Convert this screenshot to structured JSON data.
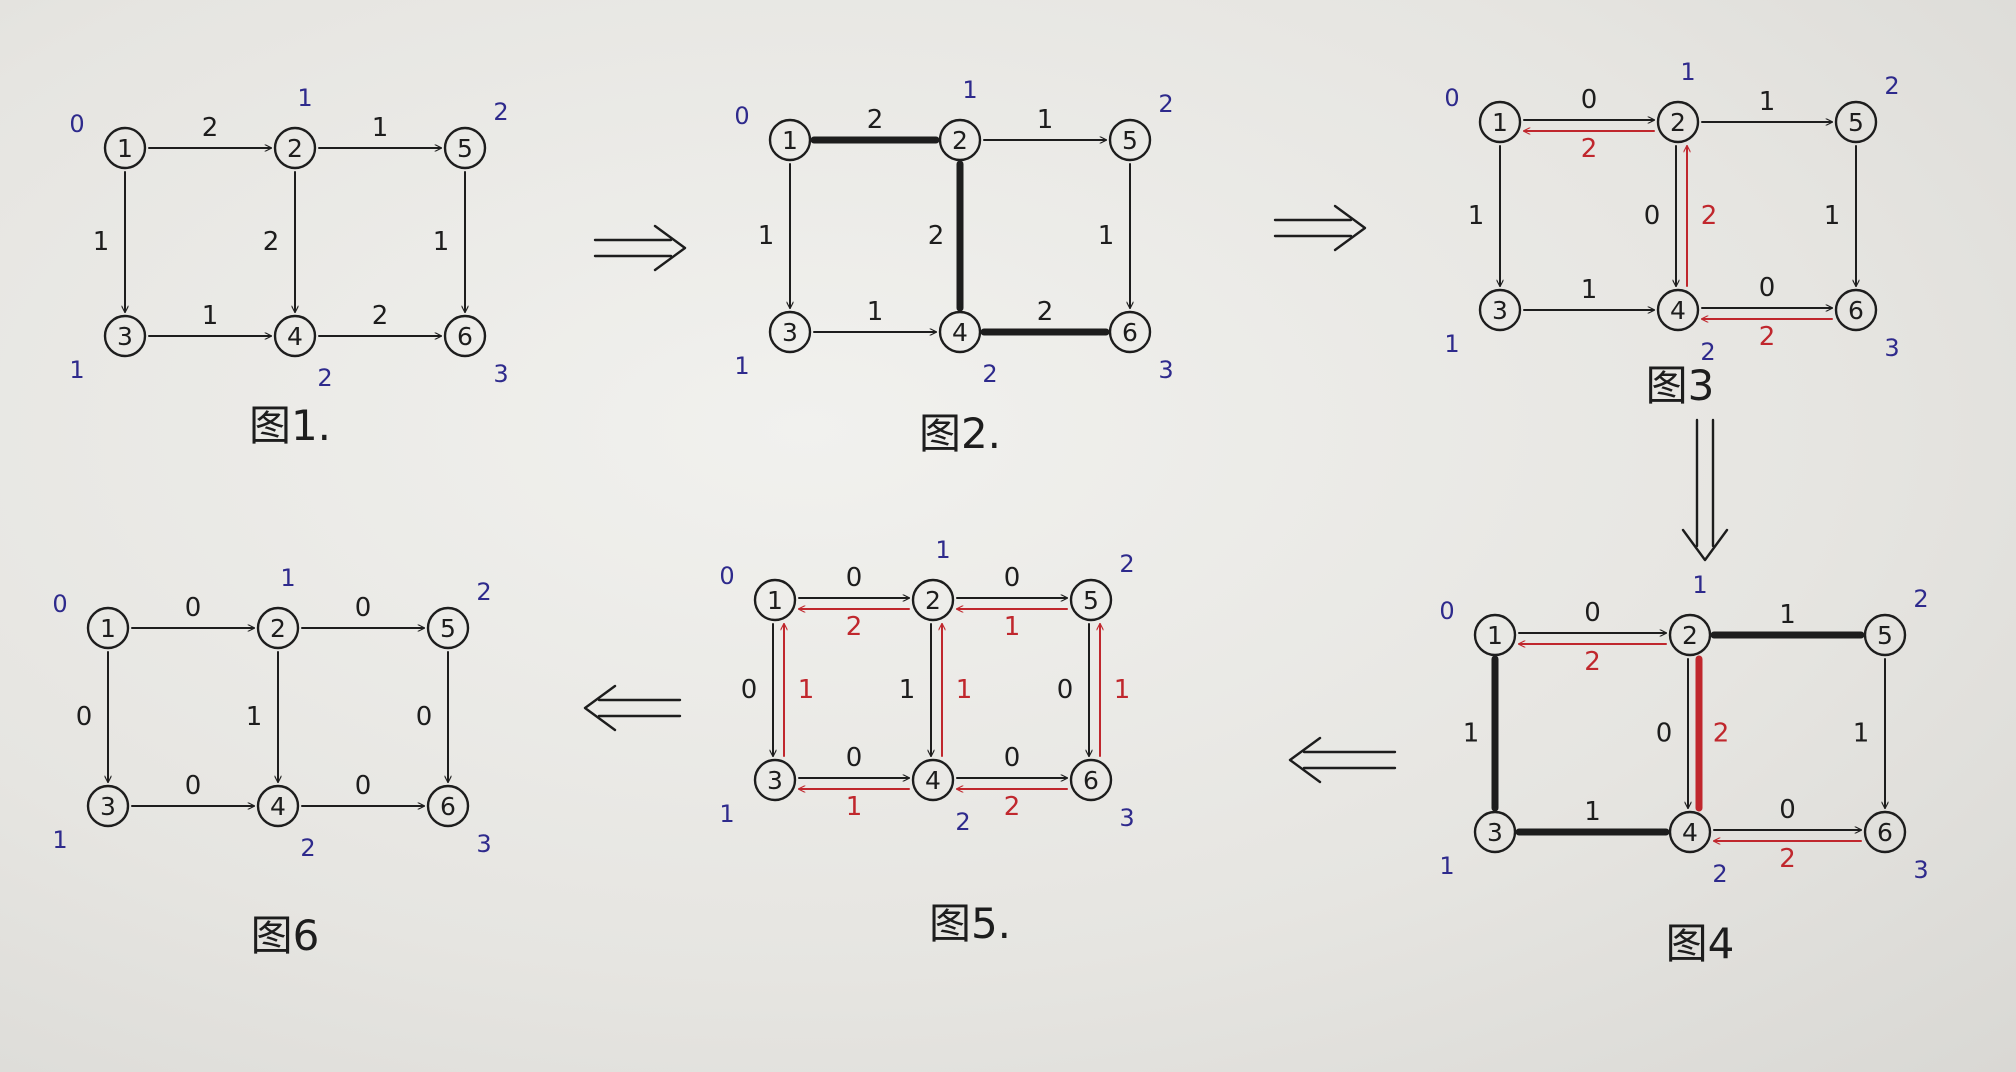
{
  "colors": {
    "ink": "#1d1d1d",
    "red": "#c0272d",
    "blue": "#2e2a8c",
    "paper": "#ebeae6"
  },
  "figures": [
    {
      "caption": "图1.",
      "nodes": [
        {
          "id": "1",
          "level": "0"
        },
        {
          "id": "2",
          "level": "1"
        },
        {
          "id": "5",
          "level": "2"
        },
        {
          "id": "3",
          "level": "1"
        },
        {
          "id": "4",
          "level": "2"
        },
        {
          "id": "6",
          "level": "3"
        }
      ],
      "edges": [
        {
          "from": "1",
          "to": "2",
          "label": "2",
          "color": "black",
          "bold": false
        },
        {
          "from": "2",
          "to": "5",
          "label": "1",
          "color": "black",
          "bold": false
        },
        {
          "from": "1",
          "to": "3",
          "label": "1",
          "color": "black",
          "bold": false
        },
        {
          "from": "2",
          "to": "4",
          "label": "2",
          "color": "black",
          "bold": false
        },
        {
          "from": "5",
          "to": "6",
          "label": "1",
          "color": "black",
          "bold": false
        },
        {
          "from": "3",
          "to": "4",
          "label": "1",
          "color": "black",
          "bold": false
        },
        {
          "from": "4",
          "to": "6",
          "label": "2",
          "color": "black",
          "bold": false
        }
      ]
    },
    {
      "caption": "图2.",
      "nodes": [
        {
          "id": "1",
          "level": "0"
        },
        {
          "id": "2",
          "level": "1"
        },
        {
          "id": "5",
          "level": "2"
        },
        {
          "id": "3",
          "level": "1"
        },
        {
          "id": "4",
          "level": "2"
        },
        {
          "id": "6",
          "level": "3"
        }
      ],
      "edges": [
        {
          "from": "1",
          "to": "2",
          "label": "2",
          "color": "black",
          "bold": true
        },
        {
          "from": "2",
          "to": "5",
          "label": "1",
          "color": "black",
          "bold": false
        },
        {
          "from": "1",
          "to": "3",
          "label": "1",
          "color": "black",
          "bold": false
        },
        {
          "from": "2",
          "to": "4",
          "label": "2",
          "color": "black",
          "bold": true
        },
        {
          "from": "5",
          "to": "6",
          "label": "1",
          "color": "black",
          "bold": false
        },
        {
          "from": "3",
          "to": "4",
          "label": "1",
          "color": "black",
          "bold": false
        },
        {
          "from": "4",
          "to": "6",
          "label": "2",
          "color": "black",
          "bold": true
        }
      ]
    },
    {
      "caption": "图3",
      "nodes": [
        {
          "id": "1",
          "level": "0"
        },
        {
          "id": "2",
          "level": "1"
        },
        {
          "id": "5",
          "level": "2"
        },
        {
          "id": "3",
          "level": "1"
        },
        {
          "id": "4",
          "level": "2"
        },
        {
          "id": "6",
          "level": "3"
        }
      ],
      "edges": [
        {
          "from": "1",
          "to": "2",
          "label": "0",
          "color": "black",
          "bold": false
        },
        {
          "from": "2",
          "to": "1",
          "label": "2",
          "color": "red",
          "bold": false
        },
        {
          "from": "2",
          "to": "5",
          "label": "1",
          "color": "black",
          "bold": false
        },
        {
          "from": "1",
          "to": "3",
          "label": "1",
          "color": "black",
          "bold": false
        },
        {
          "from": "2",
          "to": "4",
          "label": "0",
          "color": "black",
          "bold": false
        },
        {
          "from": "4",
          "to": "2",
          "label": "2",
          "color": "red",
          "bold": false
        },
        {
          "from": "5",
          "to": "6",
          "label": "1",
          "color": "black",
          "bold": false
        },
        {
          "from": "3",
          "to": "4",
          "label": "1",
          "color": "black",
          "bold": false
        },
        {
          "from": "4",
          "to": "6",
          "label": "0",
          "color": "black",
          "bold": false
        },
        {
          "from": "6",
          "to": "4",
          "label": "2",
          "color": "red",
          "bold": false
        }
      ]
    },
    {
      "caption": "图4",
      "nodes": [
        {
          "id": "1",
          "level": "0"
        },
        {
          "id": "2",
          "level": "1"
        },
        {
          "id": "5",
          "level": "2"
        },
        {
          "id": "3",
          "level": "1"
        },
        {
          "id": "4",
          "level": "2"
        },
        {
          "id": "6",
          "level": "3"
        }
      ],
      "edges": [
        {
          "from": "1",
          "to": "2",
          "label": "0",
          "color": "black",
          "bold": false
        },
        {
          "from": "2",
          "to": "1",
          "label": "2",
          "color": "red",
          "bold": false
        },
        {
          "from": "2",
          "to": "5",
          "label": "1",
          "color": "black",
          "bold": true
        },
        {
          "from": "1",
          "to": "3",
          "label": "1",
          "color": "black",
          "bold": true
        },
        {
          "from": "2",
          "to": "4",
          "label": "0",
          "color": "black",
          "bold": false
        },
        {
          "from": "4",
          "to": "2",
          "label": "2",
          "color": "red",
          "bold": true
        },
        {
          "from": "5",
          "to": "6",
          "label": "1",
          "color": "black",
          "bold": false
        },
        {
          "from": "3",
          "to": "4",
          "label": "1",
          "color": "black",
          "bold": true
        },
        {
          "from": "4",
          "to": "6",
          "label": "0",
          "color": "black",
          "bold": false
        },
        {
          "from": "6",
          "to": "4",
          "label": "2",
          "color": "red",
          "bold": false
        }
      ]
    },
    {
      "caption": "图5.",
      "nodes": [
        {
          "id": "1",
          "level": "0"
        },
        {
          "id": "2",
          "level": "1"
        },
        {
          "id": "5",
          "level": "2"
        },
        {
          "id": "3",
          "level": "1"
        },
        {
          "id": "4",
          "level": "2"
        },
        {
          "id": "6",
          "level": "3"
        }
      ],
      "edges": [
        {
          "from": "1",
          "to": "2",
          "label": "0",
          "color": "black",
          "bold": false
        },
        {
          "from": "2",
          "to": "1",
          "label": "2",
          "color": "red",
          "bold": false
        },
        {
          "from": "2",
          "to": "5",
          "label": "0",
          "color": "black",
          "bold": false
        },
        {
          "from": "5",
          "to": "2",
          "label": "1",
          "color": "red",
          "bold": false
        },
        {
          "from": "1",
          "to": "3",
          "label": "0",
          "color": "black",
          "bold": false
        },
        {
          "from": "3",
          "to": "1",
          "label": "1",
          "color": "red",
          "bold": false
        },
        {
          "from": "2",
          "to": "4",
          "label": "1",
          "color": "black",
          "bold": false
        },
        {
          "from": "4",
          "to": "2",
          "label": "1",
          "color": "red",
          "bold": false
        },
        {
          "from": "5",
          "to": "6",
          "label": "0",
          "color": "black",
          "bold": false
        },
        {
          "from": "6",
          "to": "5",
          "label": "1",
          "color": "red",
          "bold": false
        },
        {
          "from": "3",
          "to": "4",
          "label": "0",
          "color": "black",
          "bold": false
        },
        {
          "from": "4",
          "to": "3",
          "label": "1",
          "color": "red",
          "bold": false
        },
        {
          "from": "4",
          "to": "6",
          "label": "0",
          "color": "black",
          "bold": false
        },
        {
          "from": "6",
          "to": "4",
          "label": "2",
          "color": "red",
          "bold": false
        }
      ]
    },
    {
      "caption": "图6",
      "nodes": [
        {
          "id": "1",
          "level": "0"
        },
        {
          "id": "2",
          "level": "1"
        },
        {
          "id": "5",
          "level": "2"
        },
        {
          "id": "3",
          "level": "1"
        },
        {
          "id": "4",
          "level": "2"
        },
        {
          "id": "6",
          "level": "3"
        }
      ],
      "edges": [
        {
          "from": "1",
          "to": "2",
          "label": "0",
          "color": "black",
          "bold": false
        },
        {
          "from": "2",
          "to": "5",
          "label": "0",
          "color": "black",
          "bold": false
        },
        {
          "from": "1",
          "to": "3",
          "label": "0",
          "color": "black",
          "bold": false
        },
        {
          "from": "2",
          "to": "4",
          "label": "1",
          "color": "black",
          "bold": false
        },
        {
          "from": "5",
          "to": "6",
          "label": "0",
          "color": "black",
          "bold": false
        },
        {
          "from": "3",
          "to": "4",
          "label": "0",
          "color": "black",
          "bold": false
        },
        {
          "from": "4",
          "to": "6",
          "label": "0",
          "color": "black",
          "bold": false
        }
      ]
    }
  ],
  "transitions": [
    {
      "from_figure": "图1.",
      "to_figure": "图2.",
      "direction": "right"
    },
    {
      "from_figure": "图2.",
      "to_figure": "图3",
      "direction": "right"
    },
    {
      "from_figure": "图3",
      "to_figure": "图4",
      "direction": "down"
    },
    {
      "from_figure": "图4",
      "to_figure": "图5.",
      "direction": "left"
    },
    {
      "from_figure": "图5.",
      "to_figure": "图6",
      "direction": "left"
    }
  ]
}
